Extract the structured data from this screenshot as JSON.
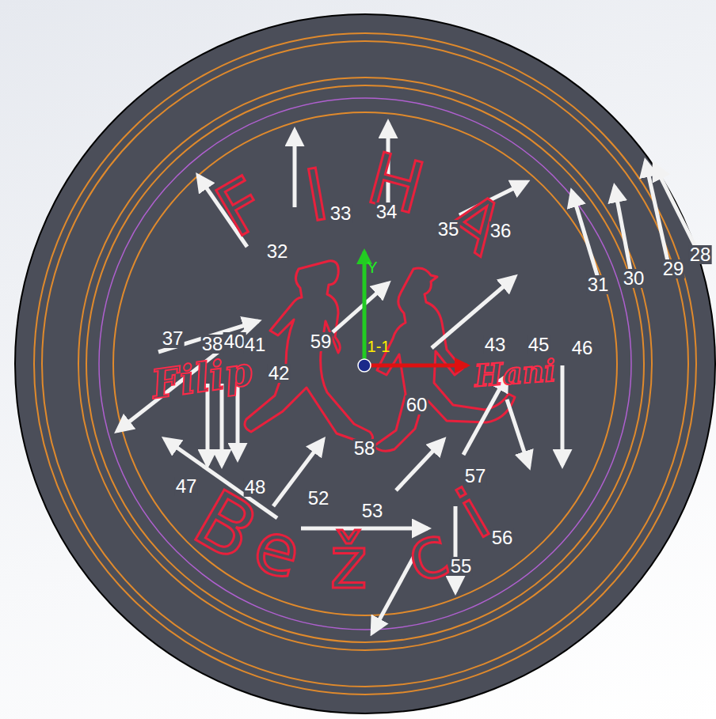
{
  "diagram": {
    "labels": [
      "F",
      "I",
      "H",
      "A",
      "Filip",
      "Hani",
      "B",
      "e",
      "ž",
      "c",
      "i",
      "32",
      "33",
      "34",
      "35",
      "36",
      "31",
      "30",
      "29",
      "28",
      "37",
      "38",
      "40",
      "41",
      "42",
      "59",
      "43",
      "45",
      "46",
      "60",
      "58",
      "57",
      "47",
      "48",
      "52",
      "53",
      "55",
      "56",
      "Y",
      "1-1"
    ]
  }
}
